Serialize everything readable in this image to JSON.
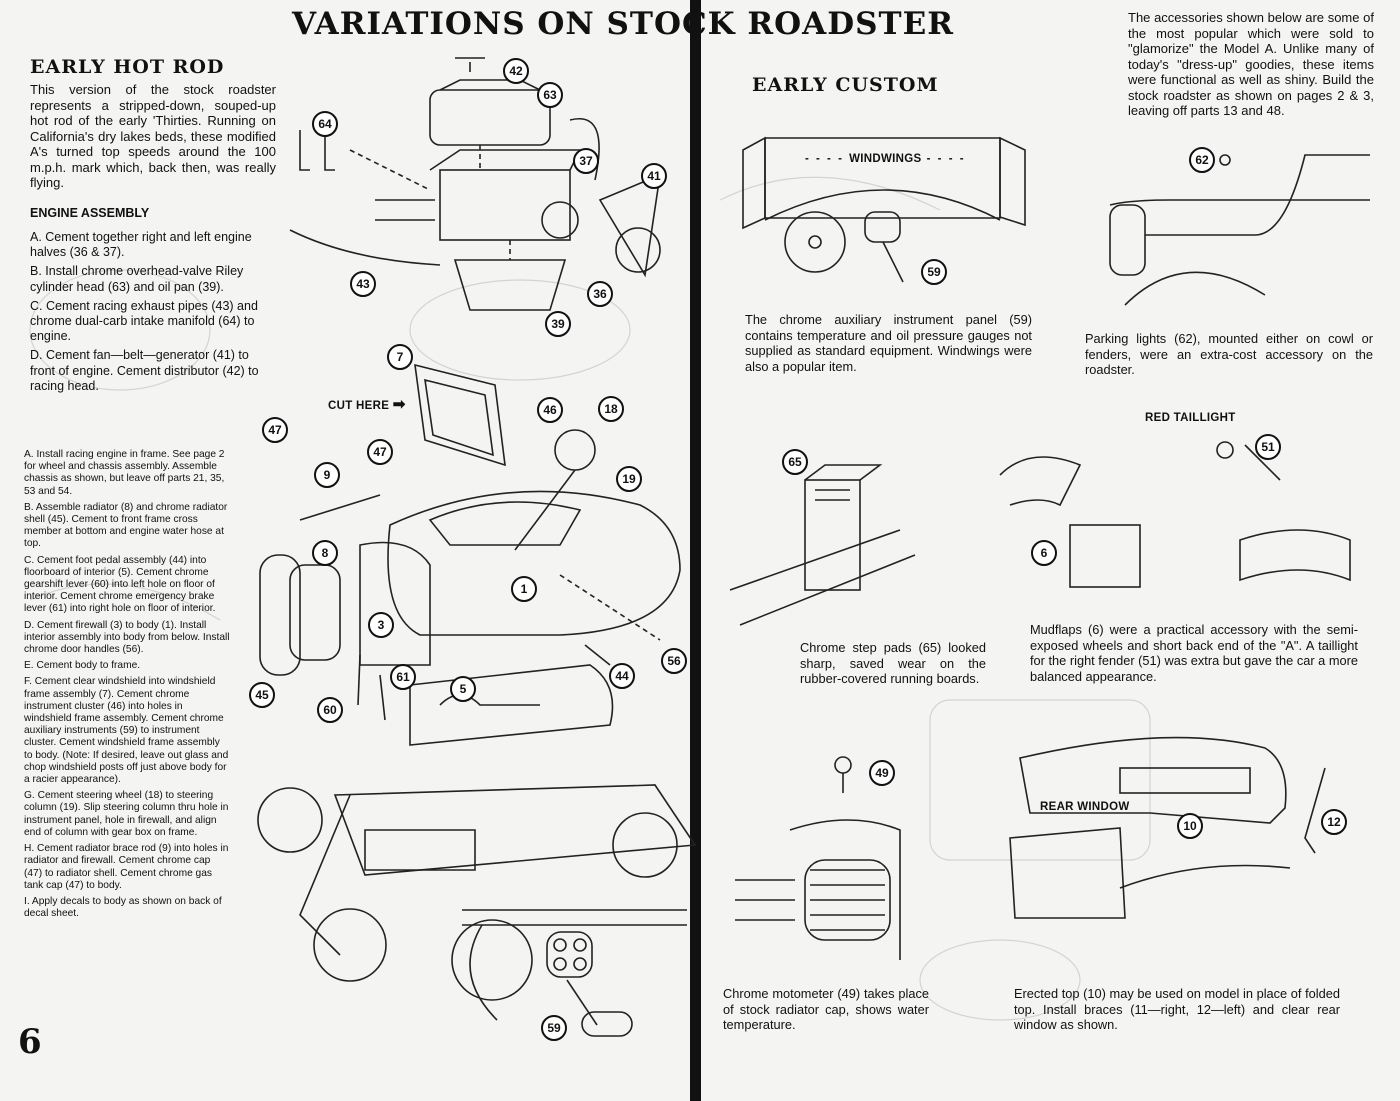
{
  "title": "VARIATIONS ON STOCK ROADSTER",
  "page_number": "6",
  "hot_rod": {
    "heading": "EARLY HOT ROD",
    "intro": "This version of the stock roadster represents a stripped-down, souped-up hot rod of the early 'Thirties. Running on California's dry lakes beds, these modified A's turned top speeds around the 100 m.p.h. mark which, back then, was really flying.",
    "engine_heading": "ENGINE ASSEMBLY",
    "engine_steps": [
      "A. Cement together right and left engine halves (36 & 37).",
      "B. Install chrome overhead-valve Riley cylinder head (63) and oil pan (39).",
      "C. Cement racing exhaust pipes (43) and chrome dual-carb intake manifold (64) to engine.",
      "D. Cement fan—belt—generator (41) to front of engine. Cement distributor (42) to racing head."
    ],
    "steps": [
      "A. Install racing engine in frame. See page 2 for wheel and chassis assembly. Assemble chassis as shown, but leave off parts 21, 35, 53 and 54.",
      "B. Assemble radiator (8) and chrome radiator shell (45). Cement to front frame cross member at bottom and engine water hose at top.",
      "C. Cement foot pedal assembly (44) into floorboard of interior (5). Cement chrome gearshift lever (60) into left hole on floor of interior. Cement chrome emergency brake lever (61) into right hole on floor of interior.",
      "D. Cement firewall (3) to body (1). Install interior assembly into body from below. Install chrome door handles (56).",
      "E. Cement body to frame.",
      "F. Cement clear windshield into windshield frame assembly (7). Cement chrome instrument cluster (46) into holes in windshield frame assembly. Cement chrome auxiliary instruments (59) to instrument cluster. Cement windshield frame assembly to body. (Note: If desired, leave out glass and chop windshield posts off just above body for a racier appearance).",
      "G. Cement steering wheel (18) to steering column (19). Slip steering column thru hole in instrument panel, hole in firewall, and align end of column with gear box on frame.",
      "H. Cement radiator brace rod (9) into holes in radiator and firewall. Cement chrome cap (47) to radiator shell. Cement chrome gas tank cap (47) to body.",
      "I. Apply decals to body as shown on back of decal sheet."
    ],
    "label_cut_here": "CUT HERE",
    "engine_callouts": [
      "42",
      "63",
      "64",
      "37",
      "41",
      "43",
      "36",
      "39"
    ],
    "body_callouts": [
      "7",
      "46",
      "18",
      "47",
      "47",
      "9",
      "19",
      "8",
      "1",
      "3",
      "56",
      "45",
      "61",
      "44",
      "5",
      "60"
    ]
  },
  "custom": {
    "heading": "EARLY CUSTOM",
    "intro": "The accessories shown below are some of the most popular which were sold to \"glamorize\" the Model A. Unlike many of today's \"dress-up\" goodies, these items were functional as well as shiny. Build the stock roadster as shown on pages 2 & 3, leaving off parts 13 and 48.",
    "label_windwings": "WINDWINGS",
    "label_red_taillight": "RED TAILLIGHT",
    "label_rear_window": "REAR WINDOW",
    "captions": {
      "auxiliary_panel": "The chrome auxiliary instrument panel (59) contains temperature and oil pressure gauges not supplied as standard equipment. Windwings were also a popular item.",
      "parking_lights": "Parking lights (62), mounted either on cowl or fenders, were an extra-cost accessory on the roadster.",
      "step_pads": "Chrome step pads (65) looked sharp, saved wear on the rubber-covered running boards.",
      "mudflaps": "Mudflaps (6) were a practical accessory with the semi-exposed wheels and short back end of the \"A\". A taillight for the right fender (51) was extra but gave the car a more balanced appearance.",
      "motometer": "Chrome motometer (49) takes place of stock radiator cap, shows water temperature.",
      "top": "Erected top (10) may be used on model in place of folded top. Install braces (11—right, 12—left) and clear rear window as shown."
    },
    "callouts": [
      "59",
      "62",
      "65",
      "51",
      "6",
      "49",
      "10",
      "12",
      "59"
    ]
  }
}
